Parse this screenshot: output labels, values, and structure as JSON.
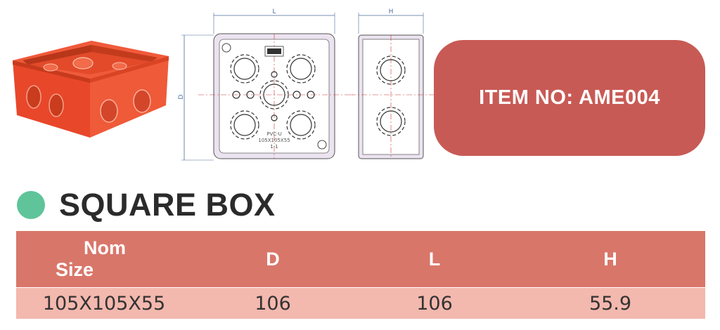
{
  "drawing": {
    "dim_l": "L",
    "dim_d": "D",
    "dim_h": "H",
    "box_text_1": "PVC-U",
    "box_text_2": "105X105X55",
    "box_text_3": "1-1"
  },
  "item_badge": {
    "label": "ITEM NO: AME004"
  },
  "title": "SQUARE BOX",
  "table": {
    "headers": {
      "nom_line1": "Nom",
      "nom_line2": "Size",
      "d": "D",
      "l": "L",
      "h": "H"
    },
    "rows": [
      {
        "size": "105X105X55",
        "d": "106",
        "l": "106",
        "h": "55.9"
      }
    ]
  },
  "colors": {
    "badge": "#c85a55",
    "header_row": "#d9766a",
    "data_row": "#f3b8ae",
    "title_dot": "#5fc49a",
    "box_orange": "#e8472a"
  }
}
